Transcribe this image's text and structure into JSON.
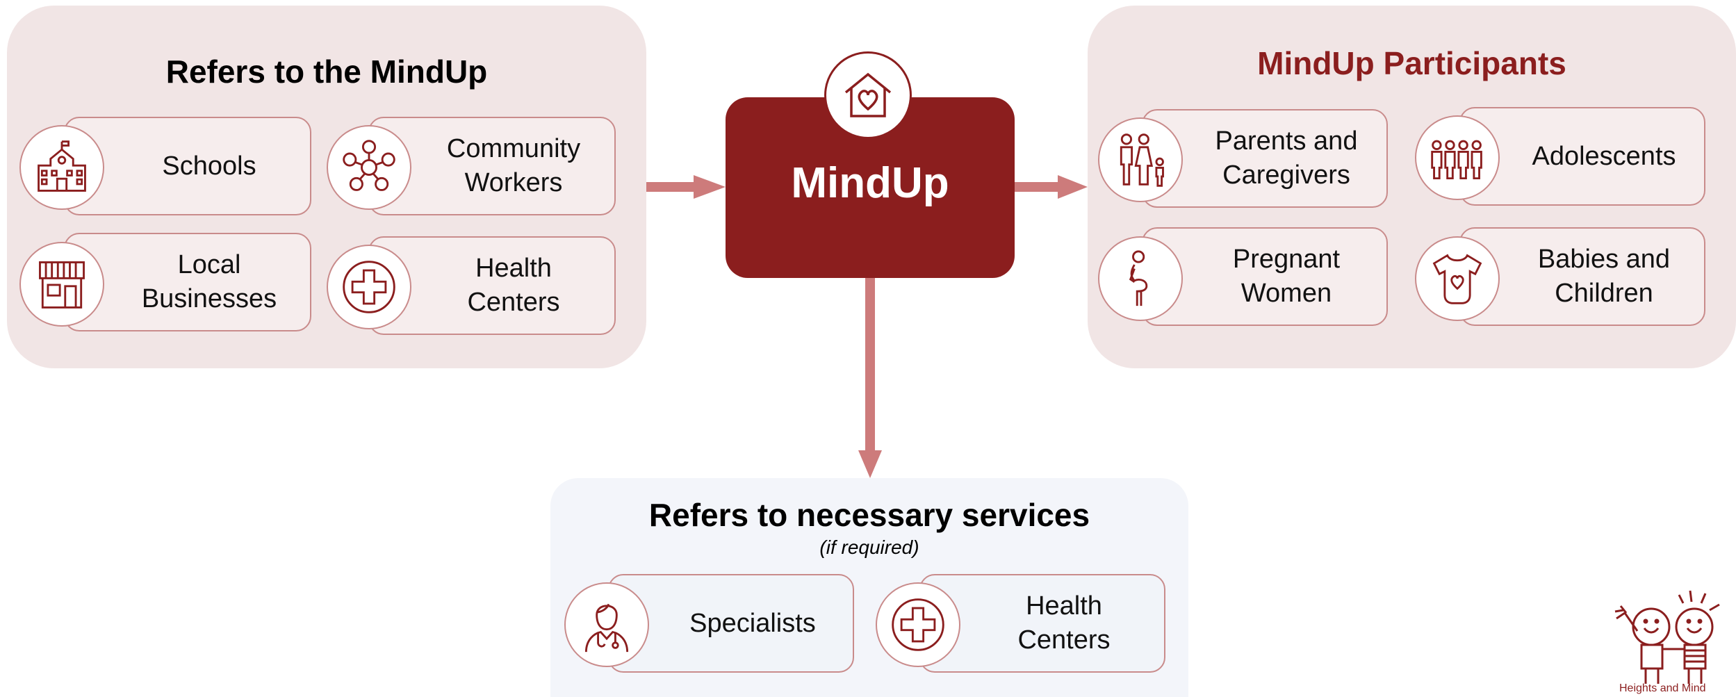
{
  "center": {
    "label": "MindUp",
    "icon": "house-heart-icon"
  },
  "left_panel": {
    "title": "Refers to the MindUp",
    "items": [
      {
        "label": "Schools",
        "icon": "school-building-icon"
      },
      {
        "label": "Community\nWorkers",
        "icon": "community-network-icon"
      },
      {
        "label": "Local\nBusinesses",
        "icon": "storefront-icon"
      },
      {
        "label": "Health\nCenters",
        "icon": "medical-cross-icon"
      }
    ]
  },
  "right_panel": {
    "title": "MindUp Participants",
    "items": [
      {
        "label": "Parents and\nCaregivers",
        "icon": "family-icon"
      },
      {
        "label": "Adolescents",
        "icon": "group-of-people-icon"
      },
      {
        "label": "Pregnant\nWomen",
        "icon": "pregnant-woman-icon"
      },
      {
        "label": "Babies and\nChildren",
        "icon": "baby-onesie-icon"
      }
    ]
  },
  "bottom_panel": {
    "title": "Refers to necessary services",
    "subtitle": "(if required)",
    "items": [
      {
        "label": "Specialists",
        "icon": "doctor-stethoscope-icon"
      },
      {
        "label": "Health\nCenters",
        "icon": "medical-cross-icon"
      }
    ]
  },
  "logo": {
    "text": "Heights and Mind",
    "icon": "two-kids-logo-icon"
  },
  "colors": {
    "accent": "#8b1e1e",
    "arrow": "#cd7b7b",
    "panel_pink": "#f1e5e5",
    "panel_blue": "#f3f5fa",
    "card_border": "#c98b8b"
  }
}
